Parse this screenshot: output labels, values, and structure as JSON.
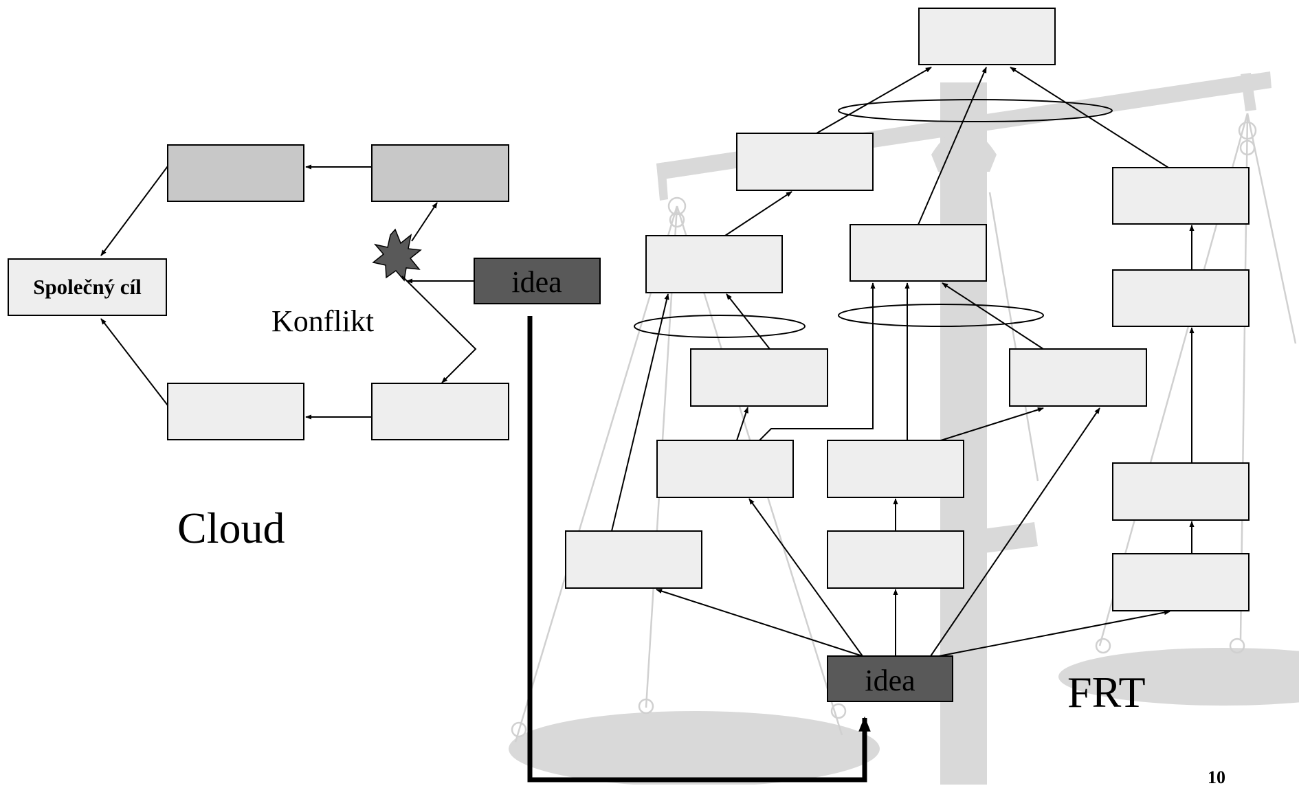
{
  "cloud": {
    "goal_label": "Společný cíl",
    "conflict_label": "Konflikt",
    "idea_label": "idea",
    "title": "Cloud"
  },
  "frt": {
    "idea_label": "idea",
    "title": "FRT"
  },
  "slide": {
    "page_number": "10"
  },
  "colors": {
    "box_light": "#eeeeee",
    "box_grey": "#c8c8c8",
    "box_dark": "#595959",
    "stroke": "#000000",
    "background_art": "#d3d3d3"
  }
}
